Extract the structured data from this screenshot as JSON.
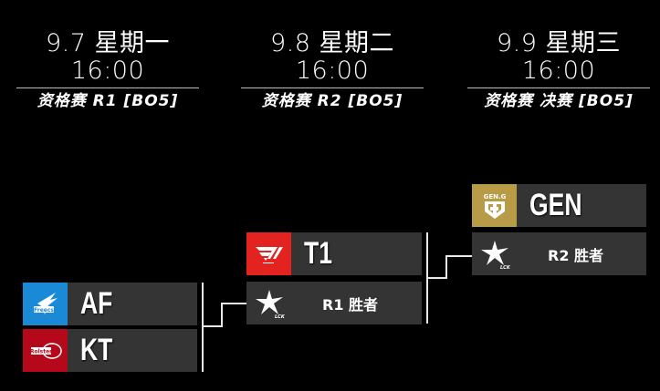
{
  "columns": [
    {
      "date": "9.7 星期一",
      "time": "16:00",
      "stage": "资格赛 R1 [BO5]"
    },
    {
      "date": "9.8 星期二",
      "time": "16:00",
      "stage": "资格赛 R2 [BO5]"
    },
    {
      "date": "9.9 星期三",
      "time": "16:00",
      "stage": "资格赛 决赛 [BO5]"
    }
  ],
  "round1": {
    "teams": [
      {
        "name": "AF",
        "logo": "afreeca-freecs-logo",
        "logo_text": "Freecs",
        "color": "#1a8ad6"
      },
      {
        "name": "KT",
        "logo": "kt-rolster-logo",
        "logo_text": "Rolster",
        "color": "#b5081a"
      }
    ]
  },
  "round2": {
    "teams": [
      {
        "name": "T1",
        "logo": "t1-logo",
        "color": "#e2231f"
      },
      {
        "name": "R1 胜者",
        "logo": "lck-logo",
        "logo_text": "LCK",
        "color": "#343434"
      }
    ]
  },
  "final": {
    "teams": [
      {
        "name": "GEN",
        "logo": "gen-g-logo",
        "logo_text": "GEN.G",
        "color": "#b89b46"
      },
      {
        "name": "R2 胜者",
        "logo": "lck-logo",
        "logo_text": "LCK",
        "color": "#343434"
      }
    ]
  }
}
